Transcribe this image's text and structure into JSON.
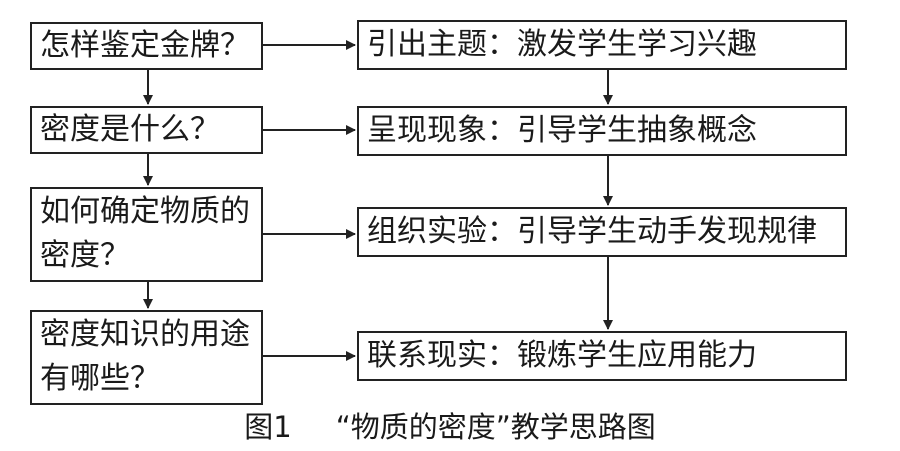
{
  "questions": [
    {
      "lines": [
        "怎样鉴定金牌？"
      ]
    },
    {
      "lines": [
        "密度是什么？"
      ]
    },
    {
      "lines": [
        "如何确定物质的",
        "密度？"
      ]
    },
    {
      "lines": [
        "密度知识的用途",
        "有哪些？"
      ]
    }
  ],
  "stages": [
    {
      "label": "引出主题：激发学生学习兴趣"
    },
    {
      "label": "呈现现象：引导学生抽象概念"
    },
    {
      "label": "组织实验：引导学生动手发现规律"
    },
    {
      "label": "联系现实：锻炼学生应用能力"
    }
  ],
  "caption": {
    "figure_number": "图1",
    "title": "“物质的密度”教学思路图"
  },
  "colors": {
    "line": "#222222",
    "text": "#1a1a1a",
    "background": "#ffffff"
  }
}
